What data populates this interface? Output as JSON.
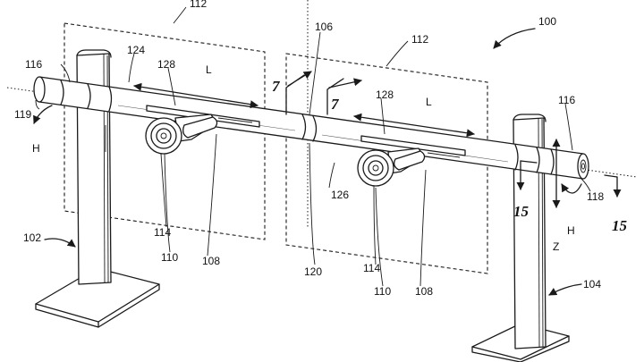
{
  "labels": {
    "r100": "100",
    "r102": "102",
    "r104": "104",
    "r106": "106",
    "r108a": "108",
    "r108b": "108",
    "r110a": "110",
    "r110b": "110",
    "r112a": "112",
    "r112b": "112",
    "r114a": "114",
    "r114b": "114",
    "r116a": "116",
    "r116b": "116",
    "r118": "118",
    "r119": "119",
    "r120": "120",
    "r124": "124",
    "r126": "126",
    "r128a": "128",
    "r128b": "128",
    "L1": "L",
    "L2": "L",
    "H1": "H",
    "H2": "H",
    "Z": "Z",
    "sec7a": "7",
    "sec7b": "7",
    "sec15a": "15",
    "sec15b": "15"
  }
}
